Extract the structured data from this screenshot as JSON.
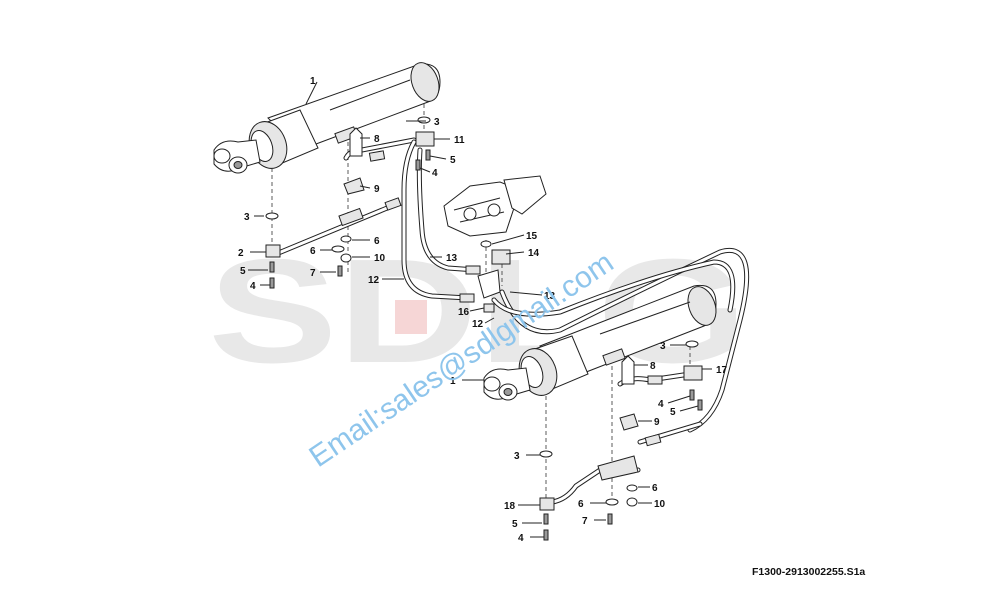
{
  "watermark": {
    "logo_text": "SDLG",
    "email_text": "Email:sales@sdlgmail.com",
    "logo_color": "#e8e8e8",
    "logo_accent_color": "#f6d6d6",
    "email_color": "#8ec5ec"
  },
  "reference_code": "F1300-2913002255.S1a",
  "labels": [
    {
      "id": "l1a",
      "text": "1"
    },
    {
      "id": "l3a",
      "text": "3"
    },
    {
      "id": "l8a",
      "text": "8"
    },
    {
      "id": "l11",
      "text": "11"
    },
    {
      "id": "l5a",
      "text": "5"
    },
    {
      "id": "l4a",
      "text": "4"
    },
    {
      "id": "l9a",
      "text": "9"
    },
    {
      "id": "l3b",
      "text": "3"
    },
    {
      "id": "l6a",
      "text": "6"
    },
    {
      "id": "l2",
      "text": "2"
    },
    {
      "id": "l6b",
      "text": "6"
    },
    {
      "id": "l10a",
      "text": "10"
    },
    {
      "id": "l5b",
      "text": "5"
    },
    {
      "id": "l7a",
      "text": "7"
    },
    {
      "id": "l4b",
      "text": "4"
    },
    {
      "id": "l13a",
      "text": "13"
    },
    {
      "id": "l12a",
      "text": "12"
    },
    {
      "id": "l15",
      "text": "15"
    },
    {
      "id": "l14",
      "text": "14"
    },
    {
      "id": "l13b",
      "text": "13"
    },
    {
      "id": "l16",
      "text": "16"
    },
    {
      "id": "l12b",
      "text": "12"
    },
    {
      "id": "l3c",
      "text": "3"
    },
    {
      "id": "l1b",
      "text": "1"
    },
    {
      "id": "l8b",
      "text": "8"
    },
    {
      "id": "l17",
      "text": "17"
    },
    {
      "id": "l4c",
      "text": "4"
    },
    {
      "id": "l5c",
      "text": "5"
    },
    {
      "id": "l9b",
      "text": "9"
    },
    {
      "id": "l3d",
      "text": "3"
    },
    {
      "id": "l6c",
      "text": "6"
    },
    {
      "id": "l18",
      "text": "18"
    },
    {
      "id": "l6d",
      "text": "6"
    },
    {
      "id": "l10b",
      "text": "10"
    },
    {
      "id": "l5d",
      "text": "5"
    },
    {
      "id": "l7b",
      "text": "7"
    },
    {
      "id": "l4d",
      "text": "4"
    }
  ]
}
